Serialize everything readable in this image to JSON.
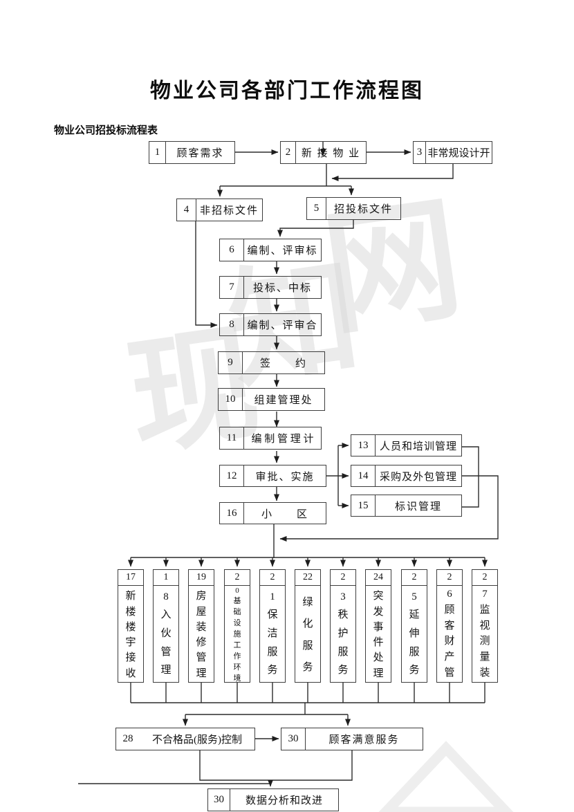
{
  "page": {
    "title": "物业公司各部门工作流程图",
    "subtitle": "物业公司招投标流程表"
  },
  "flow": {
    "b1": {
      "num": "1",
      "label": "顾客需求"
    },
    "b2": {
      "num": "2",
      "label": "新 接 物 业"
    },
    "b3": {
      "num": "3",
      "label": "非常规设计开"
    },
    "b4": {
      "num": "4",
      "label": "非招标文件"
    },
    "b5": {
      "num": "5",
      "label": "招投标文件"
    },
    "b6": {
      "num": "6",
      "label": "编制、评审标"
    },
    "b7": {
      "num": "7",
      "label": "投标、中标"
    },
    "b8": {
      "num": "8",
      "label": "编制、评审合"
    },
    "b9": {
      "num": "9",
      "label": "签　　约"
    },
    "b10": {
      "num": "10",
      "label": "组建管理处"
    },
    "b11": {
      "num": "11",
      "label": "编 制 管 理 计"
    },
    "b12": {
      "num": "12",
      "label": "审批、实施"
    },
    "b13": {
      "num": "13",
      "label": "人员和培训管理"
    },
    "b14": {
      "num": "14",
      "label": "采购及外包管理"
    },
    "b15": {
      "num": "15",
      "label": "标识管理"
    },
    "b16": {
      "num": "16",
      "label": "小　　区"
    },
    "b28": {
      "num": "28",
      "label": "不合格品(服务)控制"
    },
    "b30a": {
      "num": "30",
      "label": "顾客满意服务"
    },
    "b30b": {
      "num": "30",
      "label": "数据分析和改进"
    }
  },
  "columns": [
    {
      "num": "17",
      "label": "新楼楼宇接收"
    },
    {
      "num": "1",
      "label": "8入伙管理"
    },
    {
      "num": "19",
      "label": "房屋装修管理"
    },
    {
      "num": "2",
      "label": "0基础设施工作环境"
    },
    {
      "num": "2",
      "label": "1保洁服务"
    },
    {
      "num": "22",
      "label": "绿化服务"
    },
    {
      "num": "2",
      "label": "3秩护服务"
    },
    {
      "num": "24",
      "label": "突发事件处理"
    },
    {
      "num": "2",
      "label": "5延伸服务"
    },
    {
      "num": "2",
      "label": "6顾客财产管"
    },
    {
      "num": "2",
      "label": "7监视测量装"
    }
  ],
  "watermark": {
    "char1": "现",
    "char2": "知",
    "char3": "网"
  }
}
